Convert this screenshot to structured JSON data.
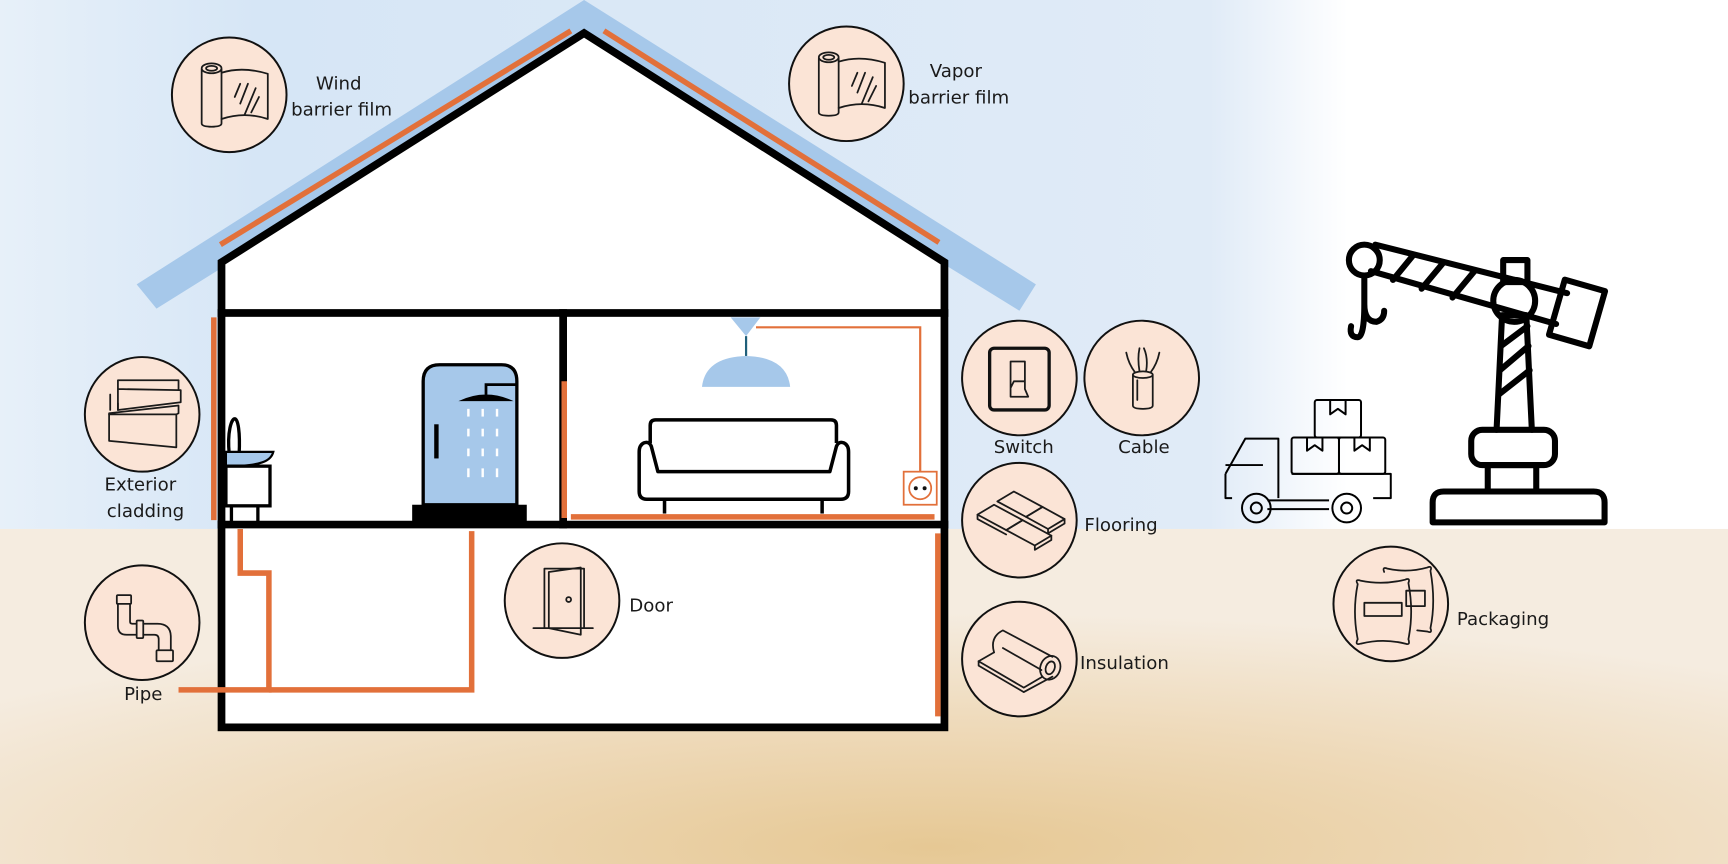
{
  "title": "House building materials diagram",
  "colors": {
    "sky_top": "#d6e6f6",
    "sky_light": "#f4f8fc",
    "ground_dark": "#e8cfa3",
    "ground_light": "#f5ece0",
    "roof_membrane": "#a6c8ea",
    "accent_orange": "#e2703a",
    "bubble_fill": "#fbe4d6",
    "outline": "#000000",
    "fixture_blue": "#a6c8ea"
  },
  "materials": [
    {
      "id": "wind",
      "icon": "film-roll-icon",
      "lines": [
        "Wind",
        "barrier film"
      ]
    },
    {
      "id": "vapor",
      "icon": "film-roll-icon",
      "lines": [
        "Vapor",
        "barrier film"
      ]
    },
    {
      "id": "cladding",
      "icon": "siding-panels-icon",
      "lines": [
        "Exterior",
        "cladding"
      ]
    },
    {
      "id": "pipe",
      "icon": "pipe-icon",
      "lines": [
        "Pipe"
      ]
    },
    {
      "id": "door",
      "icon": "door-icon",
      "lines": [
        "Door"
      ]
    },
    {
      "id": "switch",
      "icon": "light-switch-icon",
      "lines": [
        "Switch"
      ]
    },
    {
      "id": "cable",
      "icon": "cable-icon",
      "lines": [
        "Cable"
      ]
    },
    {
      "id": "flooring",
      "icon": "floor-tiles-icon",
      "lines": [
        "Flooring"
      ]
    },
    {
      "id": "insulation",
      "icon": "insulation-roll-icon",
      "lines": [
        "Insulation"
      ]
    },
    {
      "id": "packaging",
      "icon": "sacks-icon",
      "lines": [
        "Packaging"
      ]
    }
  ],
  "scene": {
    "house": [
      "roof",
      "attic",
      "bathroom",
      "living-room",
      "basement"
    ],
    "fixtures": [
      "sink",
      "shower-cabin",
      "ceiling-lamp",
      "sofa",
      "power-outlet"
    ],
    "logistics": [
      "delivery-truck-icon",
      "tower-crane-icon"
    ]
  }
}
